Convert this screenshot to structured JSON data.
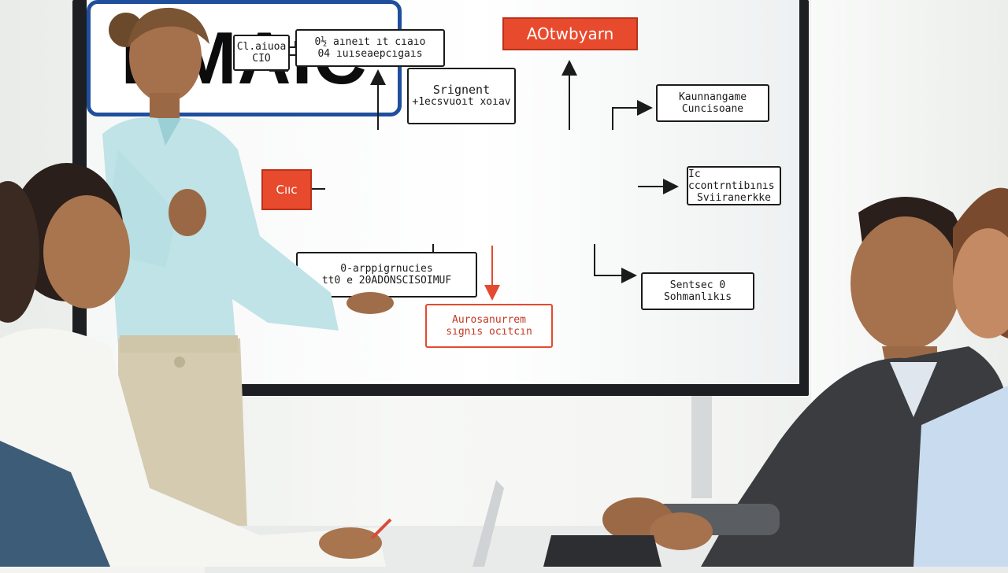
{
  "diagram": {
    "center_title": "DMAIC",
    "boxes": {
      "top_left_small": [
        "Cl.aiuoa",
        "CIO"
      ],
      "top_left_wide": [
        "0½ aıneıt ıt cıaıo",
        "04 ıuıseaepcıgaıs"
      ],
      "top_center": [
        "Srignent",
        "+1ecsvuoıt xoıav"
      ],
      "top_right_red": "AOtwbyarn",
      "right_top": [
        "Kaunnangame",
        "Cuncisoane"
      ],
      "right_mid": [
        "Ic ccontrntibınıs",
        "Sviiranerkke"
      ],
      "left_red": "Cııc",
      "bottom_left": [
        "0-arppigrnucies",
        "tt0 e 20ADONSCISOIMUF"
      ],
      "bottom_center_red": [
        "Aurosanurrem",
        "sıgnıs ocıtcın"
      ],
      "bottom_right": [
        "Sentsec 0",
        "Sohmanlıkıs"
      ]
    },
    "colors": {
      "accent_blue": "#1f4f9c",
      "accent_red": "#e84a2e",
      "ink": "#1b1b1b"
    }
  }
}
